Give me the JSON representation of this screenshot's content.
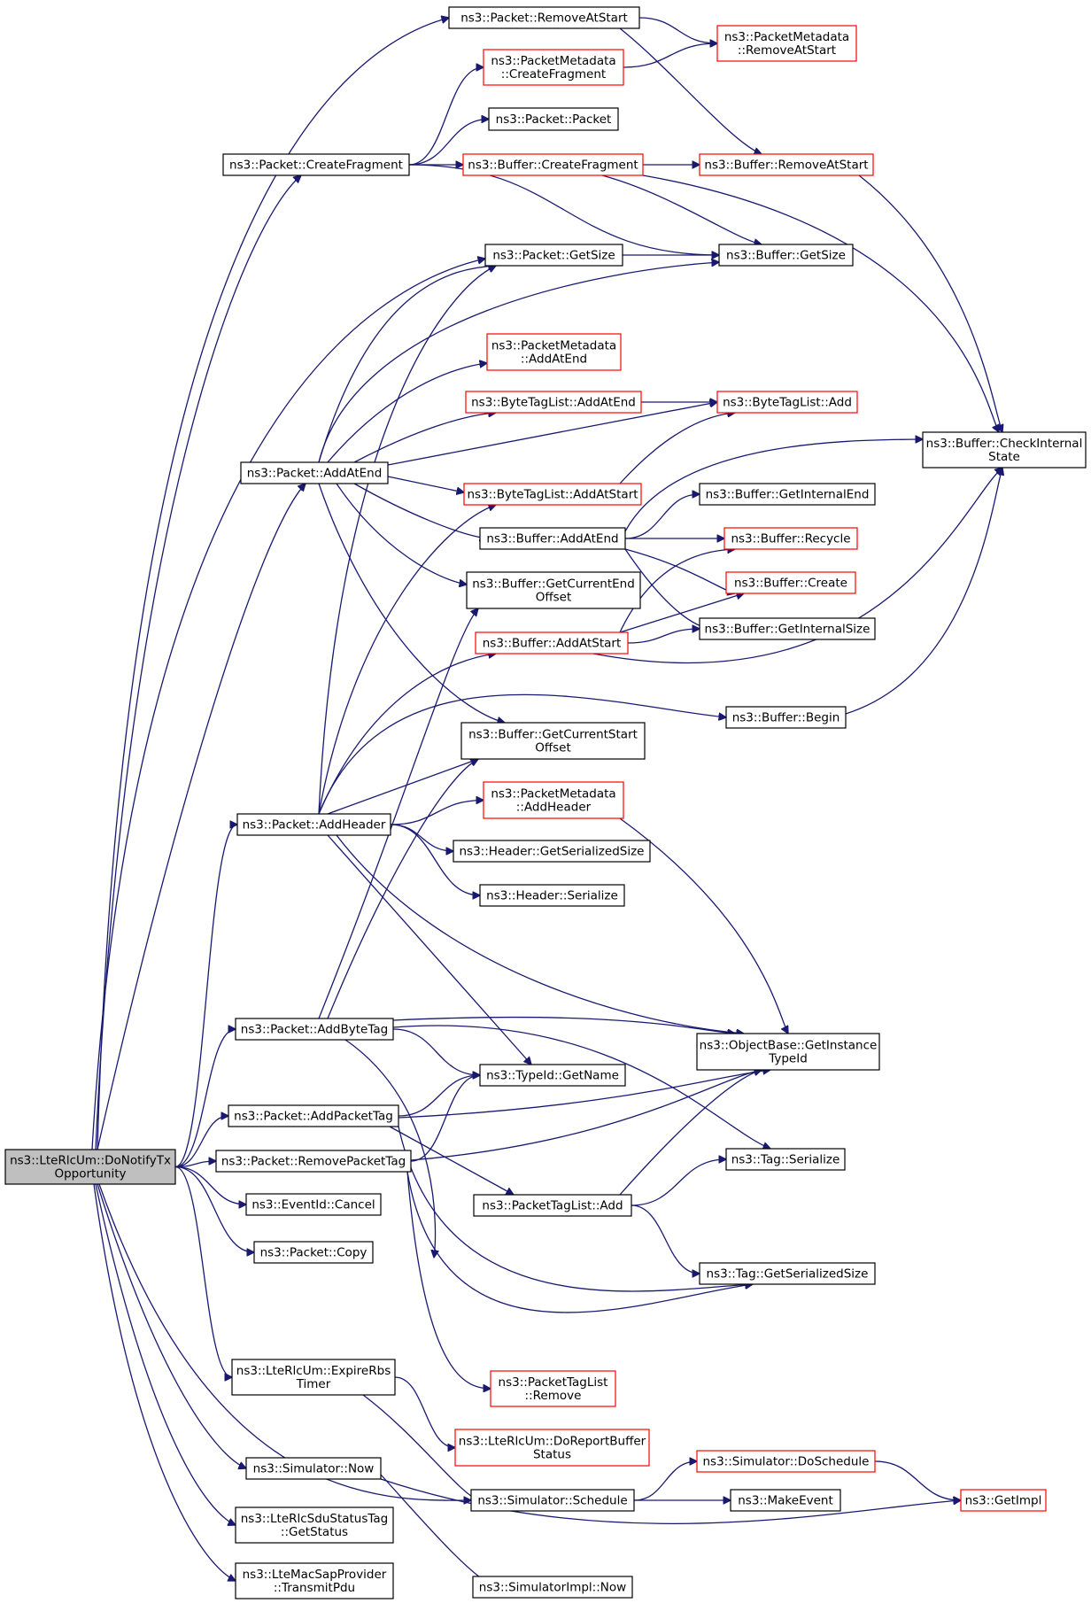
{
  "diagram": {
    "type": "call-graph",
    "colors": {
      "edge": "#191970",
      "node_border_normal": "#000000",
      "node_border_truncated": "#ff0000",
      "node_fill_root": "#bfbfbf",
      "node_fill": "#ffffff"
    },
    "nodes": [
      {
        "id": "root",
        "lines": [
          "ns3::LteRlcUm::DoNotifyTx",
          "Opportunity"
        ],
        "style": "root"
      },
      {
        "id": "pktRemoveAtStart",
        "lines": [
          "ns3::Packet::RemoveAtStart"
        ],
        "style": "normal"
      },
      {
        "id": "pmRemoveAtStart",
        "lines": [
          "ns3::PacketMetadata",
          "::RemoveAtStart"
        ],
        "style": "truncated"
      },
      {
        "id": "pmCreateFragment",
        "lines": [
          "ns3::PacketMetadata",
          "::CreateFragment"
        ],
        "style": "truncated"
      },
      {
        "id": "pktPacket",
        "lines": [
          "ns3::Packet::Packet"
        ],
        "style": "normal"
      },
      {
        "id": "pktCreateFragment",
        "lines": [
          "ns3::Packet::CreateFragment"
        ],
        "style": "normal"
      },
      {
        "id": "bufCreateFragment",
        "lines": [
          "ns3::Buffer::CreateFragment"
        ],
        "style": "truncated"
      },
      {
        "id": "bufRemoveAtStart",
        "lines": [
          "ns3::Buffer::RemoveAtStart"
        ],
        "style": "truncated"
      },
      {
        "id": "pktGetSize",
        "lines": [
          "ns3::Packet::GetSize"
        ],
        "style": "normal"
      },
      {
        "id": "bufGetSize",
        "lines": [
          "ns3::Buffer::GetSize"
        ],
        "style": "normal"
      },
      {
        "id": "pmAddAtEnd",
        "lines": [
          "ns3::PacketMetadata",
          "::AddAtEnd"
        ],
        "style": "truncated"
      },
      {
        "id": "btlAddAtEnd",
        "lines": [
          "ns3::ByteTagList::AddAtEnd"
        ],
        "style": "truncated"
      },
      {
        "id": "btlAdd",
        "lines": [
          "ns3::ByteTagList::Add"
        ],
        "style": "truncated"
      },
      {
        "id": "bufCheckInternal",
        "lines": [
          "ns3::Buffer::CheckInternal",
          "State"
        ],
        "style": "normal"
      },
      {
        "id": "pktAddAtEnd",
        "lines": [
          "ns3::Packet::AddAtEnd"
        ],
        "style": "normal"
      },
      {
        "id": "btlAddAtStart",
        "lines": [
          "ns3::ByteTagList::AddAtStart"
        ],
        "style": "truncated"
      },
      {
        "id": "bufGetInternalEnd",
        "lines": [
          "ns3::Buffer::GetInternalEnd"
        ],
        "style": "normal"
      },
      {
        "id": "bufAddAtEnd",
        "lines": [
          "ns3::Buffer::AddAtEnd"
        ],
        "style": "normal"
      },
      {
        "id": "bufRecycle",
        "lines": [
          "ns3::Buffer::Recycle"
        ],
        "style": "truncated"
      },
      {
        "id": "bufGetCurrentEndOffset",
        "lines": [
          "ns3::Buffer::GetCurrentEnd",
          "Offset"
        ],
        "style": "normal"
      },
      {
        "id": "bufCreate",
        "lines": [
          "ns3::Buffer::Create"
        ],
        "style": "truncated"
      },
      {
        "id": "bufAddAtStart",
        "lines": [
          "ns3::Buffer::AddAtStart"
        ],
        "style": "truncated"
      },
      {
        "id": "bufGetInternalSize",
        "lines": [
          "ns3::Buffer::GetInternalSize"
        ],
        "style": "normal"
      },
      {
        "id": "bufBegin",
        "lines": [
          "ns3::Buffer::Begin"
        ],
        "style": "normal"
      },
      {
        "id": "bufGetCurrentStartOffset",
        "lines": [
          "ns3::Buffer::GetCurrentStart",
          "Offset"
        ],
        "style": "normal"
      },
      {
        "id": "pmAddHeader",
        "lines": [
          "ns3::PacketMetadata",
          "::AddHeader"
        ],
        "style": "truncated"
      },
      {
        "id": "pktAddHeader",
        "lines": [
          "ns3::Packet::AddHeader"
        ],
        "style": "normal"
      },
      {
        "id": "hdrGetSerializedSize",
        "lines": [
          "ns3::Header::GetSerializedSize"
        ],
        "style": "normal"
      },
      {
        "id": "hdrSerialize",
        "lines": [
          "ns3::Header::Serialize"
        ],
        "style": "normal"
      },
      {
        "id": "pktAddByteTag",
        "lines": [
          "ns3::Packet::AddByteTag"
        ],
        "style": "normal"
      },
      {
        "id": "obGetInstanceTypeId",
        "lines": [
          "ns3::ObjectBase::GetInstance",
          "TypeId"
        ],
        "style": "normal"
      },
      {
        "id": "typeIdGetName",
        "lines": [
          "ns3::TypeId::GetName"
        ],
        "style": "normal"
      },
      {
        "id": "pktAddPacketTag",
        "lines": [
          "ns3::Packet::AddPacketTag"
        ],
        "style": "normal"
      },
      {
        "id": "pktRemovePacketTag",
        "lines": [
          "ns3::Packet::RemovePacketTag"
        ],
        "style": "normal"
      },
      {
        "id": "tagSerialize",
        "lines": [
          "ns3::Tag::Serialize"
        ],
        "style": "normal"
      },
      {
        "id": "eventIdCancel",
        "lines": [
          "ns3::EventId::Cancel"
        ],
        "style": "normal"
      },
      {
        "id": "ptlAdd",
        "lines": [
          "ns3::PacketTagList::Add"
        ],
        "style": "normal"
      },
      {
        "id": "pktCopy",
        "lines": [
          "ns3::Packet::Copy"
        ],
        "style": "normal"
      },
      {
        "id": "tagGetSerializedSize",
        "lines": [
          "ns3::Tag::GetSerializedSize"
        ],
        "style": "normal"
      },
      {
        "id": "expireRbs",
        "lines": [
          "ns3::LteRlcUm::ExpireRbs",
          "Timer"
        ],
        "style": "normal"
      },
      {
        "id": "ptlRemove",
        "lines": [
          "ns3::PacketTagList",
          "::Remove"
        ],
        "style": "truncated"
      },
      {
        "id": "doReportBuffer",
        "lines": [
          "ns3::LteRlcUm::DoReportBuffer",
          "Status"
        ],
        "style": "truncated"
      },
      {
        "id": "simDoSchedule",
        "lines": [
          "ns3::Simulator::DoSchedule"
        ],
        "style": "truncated"
      },
      {
        "id": "simNow",
        "lines": [
          "ns3::Simulator::Now"
        ],
        "style": "normal"
      },
      {
        "id": "simSchedule",
        "lines": [
          "ns3::Simulator::Schedule"
        ],
        "style": "normal"
      },
      {
        "id": "makeEvent",
        "lines": [
          "ns3::MakeEvent"
        ],
        "style": "normal"
      },
      {
        "id": "getImpl",
        "lines": [
          "ns3::GetImpl"
        ],
        "style": "truncated"
      },
      {
        "id": "sduGetStatus",
        "lines": [
          "ns3::LteRlcSduStatusTag",
          "::GetStatus"
        ],
        "style": "normal"
      },
      {
        "id": "transmitPdu",
        "lines": [
          "ns3::LteMacSapProvider",
          "::TransmitPdu"
        ],
        "style": "normal"
      },
      {
        "id": "simImplNow",
        "lines": [
          "ns3::SimulatorImpl::Now"
        ],
        "style": "normal"
      }
    ],
    "edges": [
      [
        "root",
        "pktRemoveAtStart"
      ],
      [
        "root",
        "pktCreateFragment"
      ],
      [
        "root",
        "pktGetSize"
      ],
      [
        "root",
        "pktAddAtEnd"
      ],
      [
        "root",
        "pktAddHeader"
      ],
      [
        "root",
        "pktAddByteTag"
      ],
      [
        "root",
        "pktAddPacketTag"
      ],
      [
        "root",
        "pktRemovePacketTag"
      ],
      [
        "root",
        "eventIdCancel"
      ],
      [
        "root",
        "pktCopy"
      ],
      [
        "root",
        "expireRbs"
      ],
      [
        "root",
        "simSchedule"
      ],
      [
        "root",
        "simNow"
      ],
      [
        "root",
        "sduGetStatus"
      ],
      [
        "root",
        "transmitPdu"
      ],
      [
        "pktRemoveAtStart",
        "pmRemoveAtStart"
      ],
      [
        "pktRemoveAtStart",
        "bufRemoveAtStart"
      ],
      [
        "pmCreateFragment",
        "pmRemoveAtStart"
      ],
      [
        "pktCreateFragment",
        "pmCreateFragment"
      ],
      [
        "pktCreateFragment",
        "pktPacket"
      ],
      [
        "pktCreateFragment",
        "bufCreateFragment"
      ],
      [
        "pktCreateFragment",
        "bufGetSize"
      ],
      [
        "bufCreateFragment",
        "bufRemoveAtStart"
      ],
      [
        "bufCreateFragment",
        "bufGetSize"
      ],
      [
        "bufCreateFragment",
        "bufCheckInternal"
      ],
      [
        "bufRemoveAtStart",
        "bufCheckInternal"
      ],
      [
        "pktGetSize",
        "bufGetSize"
      ],
      [
        "pktAddAtEnd",
        "pktGetSize"
      ],
      [
        "pktAddAtEnd",
        "bufGetSize"
      ],
      [
        "pktAddAtEnd",
        "pmAddAtEnd"
      ],
      [
        "pktAddAtEnd",
        "btlAddAtEnd"
      ],
      [
        "pktAddAtEnd",
        "btlAdd"
      ],
      [
        "pktAddAtEnd",
        "btlAddAtStart"
      ],
      [
        "pktAddAtEnd",
        "bufAddAtEnd"
      ],
      [
        "pktAddAtEnd",
        "bufGetCurrentEndOffset"
      ],
      [
        "pktAddAtEnd",
        "bufGetCurrentStartOffset"
      ],
      [
        "btlAddAtEnd",
        "btlAdd"
      ],
      [
        "btlAddAtStart",
        "btlAdd"
      ],
      [
        "bufAddAtEnd",
        "bufCheckInternal"
      ],
      [
        "bufAddAtEnd",
        "bufGetInternalEnd"
      ],
      [
        "bufAddAtEnd",
        "bufRecycle"
      ],
      [
        "bufAddAtEnd",
        "bufCreate"
      ],
      [
        "bufAddAtEnd",
        "bufGetInternalSize"
      ],
      [
        "bufAddAtStart",
        "bufRecycle"
      ],
      [
        "bufAddAtStart",
        "bufCreate"
      ],
      [
        "bufAddAtStart",
        "bufGetInternalSize"
      ],
      [
        "bufAddAtStart",
        "bufCheckInternal"
      ],
      [
        "bufBegin",
        "bufCheckInternal"
      ],
      [
        "pktAddHeader",
        "bufAddAtStart"
      ],
      [
        "pktAddHeader",
        "bufBegin"
      ],
      [
        "pktAddHeader",
        "bufGetCurrentStartOffset"
      ],
      [
        "pktAddHeader",
        "pmAddHeader"
      ],
      [
        "pktAddHeader",
        "hdrGetSerializedSize"
      ],
      [
        "pktAddHeader",
        "hdrSerialize"
      ],
      [
        "pktAddHeader",
        "obGetInstanceTypeId"
      ],
      [
        "pktAddHeader",
        "typeIdGetName"
      ],
      [
        "pktAddHeader",
        "pktGetSize"
      ],
      [
        "pktAddHeader",
        "btlAddAtStart"
      ],
      [
        "pmAddHeader",
        "obGetInstanceTypeId"
      ],
      [
        "pktAddByteTag",
        "obGetInstanceTypeId"
      ],
      [
        "pktAddByteTag",
        "typeIdGetName"
      ],
      [
        "pktAddByteTag",
        "tagSerialize"
      ],
      [
        "pktAddByteTag",
        "tagGetSerializedSize"
      ],
      [
        "pktAddByteTag",
        "bufGetCurrentEndOffset"
      ],
      [
        "pktAddByteTag",
        "bufGetCurrentStartOffset"
      ],
      [
        "pktAddPacketTag",
        "typeIdGetName"
      ],
      [
        "pktAddPacketTag",
        "obGetInstanceTypeId"
      ],
      [
        "pktAddPacketTag",
        "ptlAdd"
      ],
      [
        "pktAddPacketTag",
        "tagGetSerializedSize"
      ],
      [
        "pktRemovePacketTag",
        "typeIdGetName"
      ],
      [
        "pktRemovePacketTag",
        "obGetInstanceTypeId"
      ],
      [
        "pktRemovePacketTag",
        "tagGetSerializedSize"
      ],
      [
        "pktRemovePacketTag",
        "ptlRemove"
      ],
      [
        "ptlAdd",
        "obGetInstanceTypeId"
      ],
      [
        "ptlAdd",
        "tagSerialize"
      ],
      [
        "ptlAdd",
        "tagGetSerializedSize"
      ],
      [
        "expireRbs",
        "doReportBuffer"
      ],
      [
        "expireRbs",
        "simSchedule"
      ],
      [
        "simSchedule",
        "simDoSchedule"
      ],
      [
        "simSchedule",
        "makeEvent"
      ],
      [
        "simDoSchedule",
        "getImpl"
      ],
      [
        "simNow",
        "getImpl"
      ],
      [
        "simNow",
        "simImplNow"
      ]
    ]
  }
}
